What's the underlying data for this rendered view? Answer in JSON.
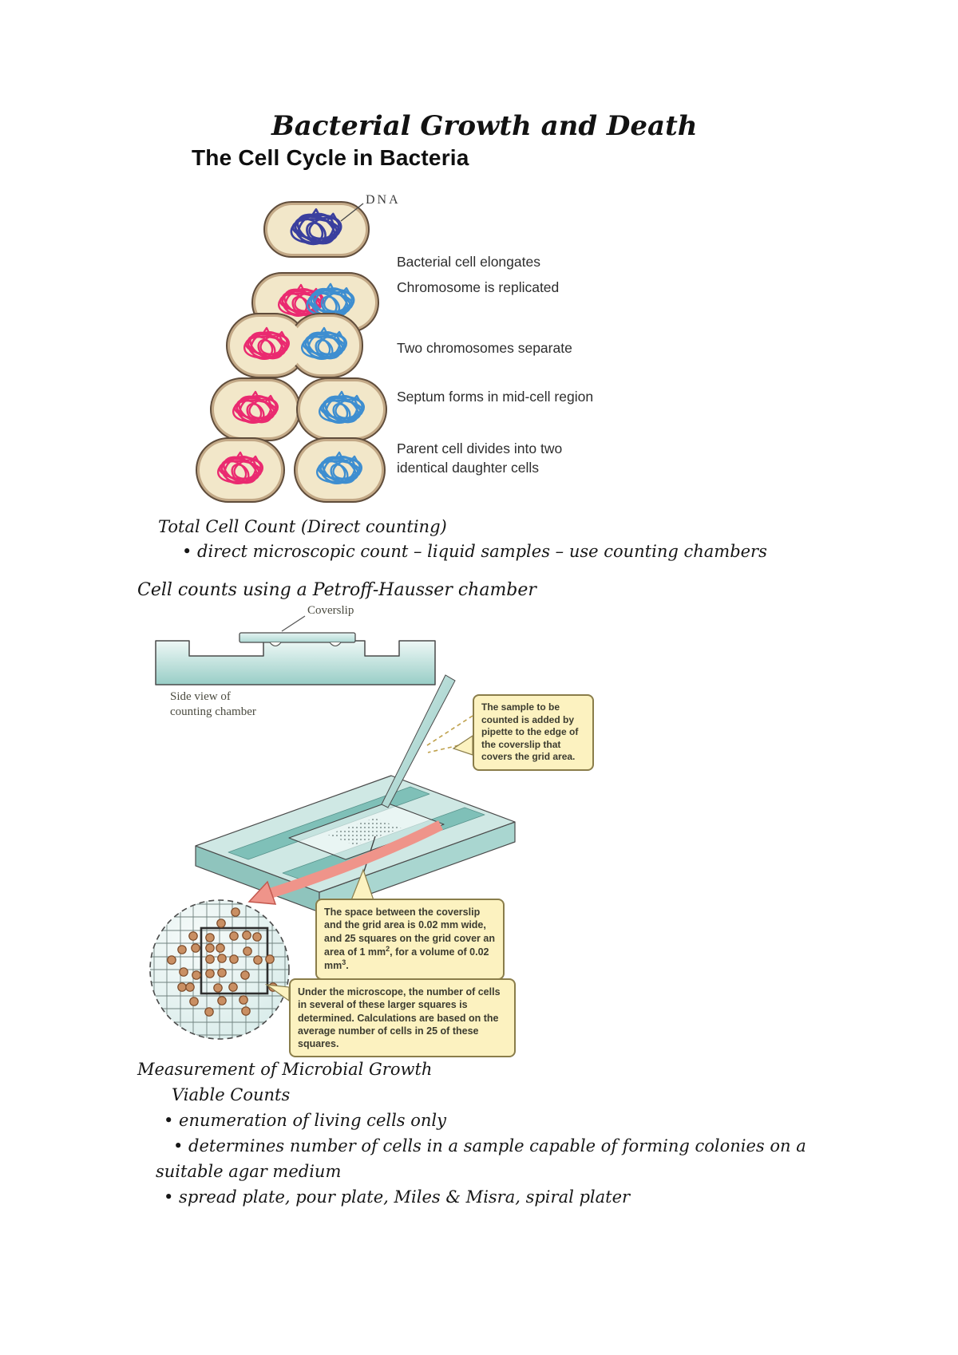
{
  "title": "Bacterial Growth and Death",
  "cell_cycle": {
    "heading": "The Cell Cycle in Bacteria",
    "dna_label": "DNA",
    "labels": {
      "elongates": "Bacterial cell elongates",
      "replicated": "Chromosome is replicated",
      "separate": "Two chromosomes separate",
      "septum": "Septum forms in mid-cell region",
      "divides_line1": "Parent cell divides into two",
      "divides_line2": "identical daughter cells"
    },
    "colors": {
      "cell_fill": "#f2e7c9",
      "wall_band": "#c3a987",
      "wall_line": "#5f4c3a",
      "dna_navy": "#3a3f9e",
      "dna_pink": "#ea2a70",
      "dna_blue": "#3e8ed0"
    }
  },
  "total_count": {
    "heading": "Total Cell Count (Direct counting)",
    "bullet": "• direct microscopic count – liquid samples – use counting chambers"
  },
  "petroff": {
    "heading": "Cell counts using a Petroff-Hausser chamber",
    "coverslip_label": "Coverslip",
    "side_view_label": [
      "Side view of",
      "counting chamber"
    ],
    "callout_sample": "The sample to be counted is added by pipette to the edge of the coverslip that covers the grid area.",
    "callout_space": {
      "part1": "The space between the coverslip and the grid area is 0.02 mm wide, and 25 squares on the grid cover an area of 1 mm",
      "sup1": "2",
      "part2": ", for a volume of 0.02 mm",
      "sup2": "3",
      "part3": "."
    },
    "callout_microscope": "Under the microscope, the number of cells in several of these larger squares is determined. Calculations are based on the average number of cells in 25 of these squares.",
    "colors": {
      "callout_bg": "#fcf2c0",
      "callout_border": "#8a7d4a",
      "teal_light": "#cfe8e4",
      "teal_mid": "#a9d6d0",
      "teal_groove": "#7fc0b8",
      "arrow": "#ef948a",
      "cell_dot": "#c98f63"
    }
  },
  "measurement": {
    "heading": "Measurement of Microbial Growth",
    "subheading": "Viable Counts",
    "bullets": [
      "• enumeration of living cells only",
      "• determines number of cells in a sample capable of forming colonies on a",
      "suitable agar medium",
      "• spread plate, pour plate, Miles & Misra, spiral plater"
    ]
  }
}
